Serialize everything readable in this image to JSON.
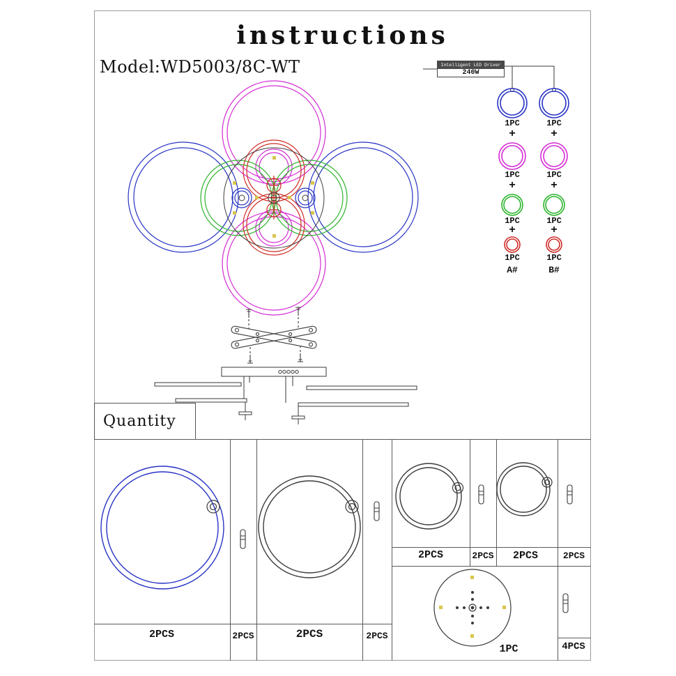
{
  "title": "instructions",
  "model": "Model:WD5003/8C-WT",
  "quantity_label": "Quantity",
  "colors": {
    "blue": "#2733c4",
    "magenta": "#d42bd4",
    "green": "#2cb42c",
    "red": "#cf2a25",
    "line": "#3a3a3a",
    "yellow": "#d9c54e"
  },
  "driver": {
    "name": "Intelligent LED Driver",
    "power": "240W"
  },
  "assembly": {
    "plus": "+",
    "column_a": {
      "label": "A#",
      "rings": [
        {
          "color": "blue",
          "qty": "1PC"
        },
        {
          "color": "magenta",
          "qty": "1PC"
        },
        {
          "color": "green",
          "qty": "1PC"
        },
        {
          "color": "red",
          "qty": "1PC"
        }
      ]
    },
    "column_b": {
      "label": "B#",
      "rings": [
        {
          "color": "blue",
          "qty": "1PC"
        },
        {
          "color": "magenta",
          "qty": "1PC"
        },
        {
          "color": "green",
          "qty": "1PC"
        },
        {
          "color": "red",
          "qty": "1PC"
        }
      ]
    }
  },
  "parts": [
    {
      "item": "blue-double-ring-large",
      "qty": "2PCS"
    },
    {
      "item": "mounting-pin",
      "qty": "2PCS"
    },
    {
      "item": "double-ring-large",
      "qty": "2PCS"
    },
    {
      "item": "mounting-pin",
      "qty": "2PCS"
    },
    {
      "item": "double-ring-medium",
      "qty": "2PCS"
    },
    {
      "item": "mounting-pin",
      "qty": "2PCS"
    },
    {
      "item": "double-ring-small",
      "qty": "2PCS"
    },
    {
      "item": "mounting-pin",
      "qty": "2PCS"
    },
    {
      "item": "ceiling-canopy-plate",
      "qty": "1PC"
    },
    {
      "item": "mounting-pin-set",
      "qty": "4PCS"
    }
  ]
}
